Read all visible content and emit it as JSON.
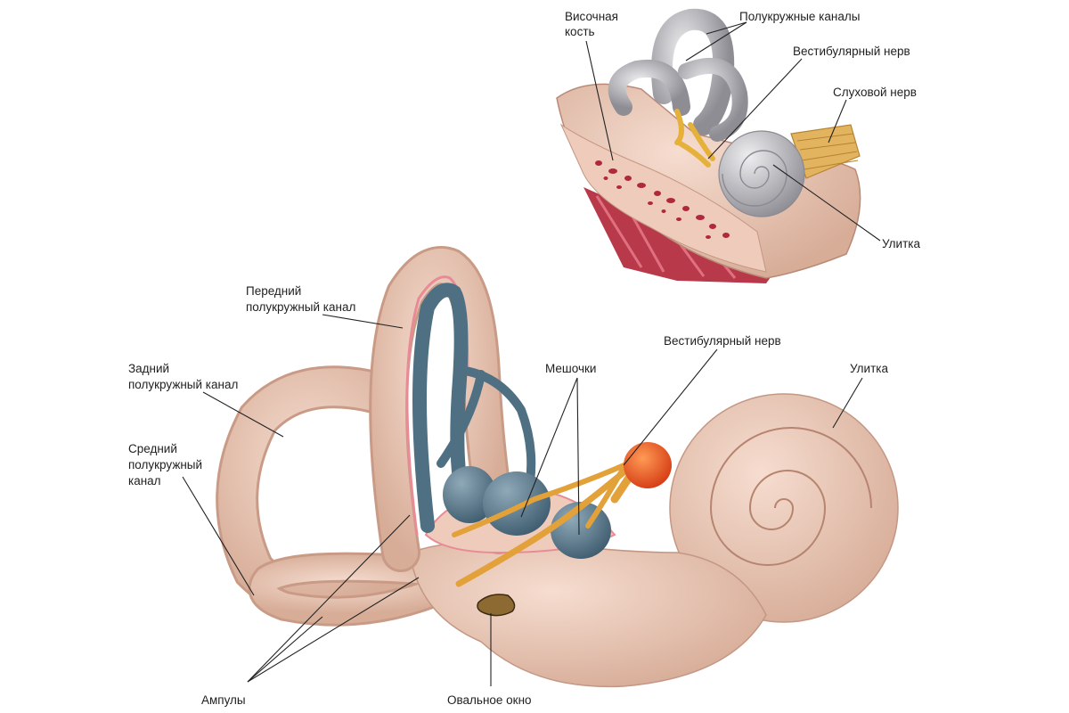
{
  "inset": {
    "labels": {
      "temporal_bone_l1": "Височная",
      "temporal_bone_l2": "кость",
      "semicircular_canals": "Полукружные каналы",
      "vestibular_nerve": "Вестибулярный нерв",
      "auditory_nerve": "Слуховой нерв",
      "cochlea": "Улитка"
    }
  },
  "main": {
    "labels": {
      "anterior_canal_l1": "Передний",
      "anterior_canal_l2": "полукружный канал",
      "posterior_canal_l1": "Задний",
      "posterior_canal_l2": "полукружный канал",
      "middle_canal_l1": "Средний",
      "middle_canal_l2": "полукружный",
      "middle_canal_l3": "канал",
      "ampullae": "Ампулы",
      "oval_window": "Овальное окно",
      "sacs": "Мешочки",
      "vestibular_nerve": "Вестибулярный нерв",
      "cochlea": "Улитка"
    }
  },
  "colors": {
    "bone": "#e9c6b4",
    "bone_dark": "#c99b86",
    "membrane": "#5d7d90",
    "nerve": "#e3a13a",
    "ganglion": "#e8491c",
    "canal_grey": "#b9b8bd"
  }
}
